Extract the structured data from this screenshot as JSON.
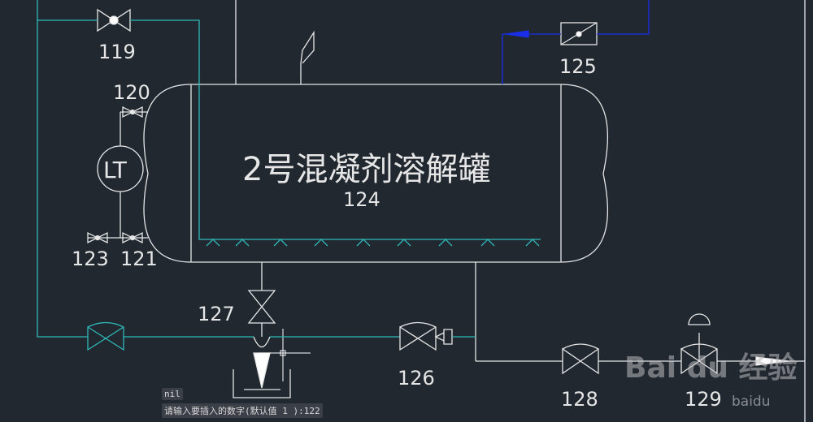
{
  "drawing": {
    "tank_title": "2号混凝剂溶解罐",
    "tank_id": "124",
    "tags": {
      "v119": "119",
      "v120": "120",
      "v121": "121",
      "v123": "123",
      "v125": "125",
      "v126": "126",
      "v127": "127",
      "v128": "128",
      "v129": "129",
      "instrument": "LT"
    }
  },
  "command_line": {
    "history": "nil",
    "prompt": "请输入要插入的数字(默认值 1 ):122"
  },
  "watermark": {
    "logo": "Bai du 经验",
    "sub": "baidu"
  },
  "colors": {
    "background": "#212830",
    "white": "#e6e6e6",
    "cyan": "#2fb8b8",
    "blue": "#1a2ee8"
  }
}
